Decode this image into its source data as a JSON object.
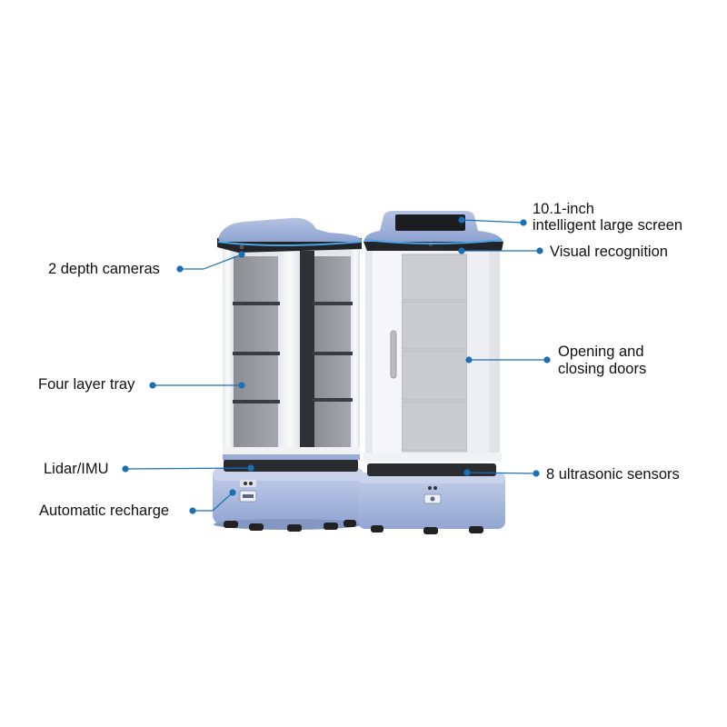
{
  "colors": {
    "accent": "#1a6fb5",
    "body_blue": "#a9b9dc",
    "frame_white": "#f4f5f7",
    "glass_gray": "#8f9296",
    "tray_gray": "#c9cbcf",
    "wheel_black": "#222222"
  },
  "callouts": {
    "depth_cameras": "2 depth cameras",
    "four_layer_tray": "Four layer tray",
    "lidar_imu": "Lidar/IMU",
    "automatic_recharge": "Automatic recharge",
    "screen_line1": "10.1-inch",
    "screen_line2": "intelligent large screen",
    "visual_recognition": "Visual recognition",
    "doors_line1": "Opening and",
    "doors_line2": "closing doors",
    "ultrasonic_sensors": "8 ultrasonic sensors"
  }
}
